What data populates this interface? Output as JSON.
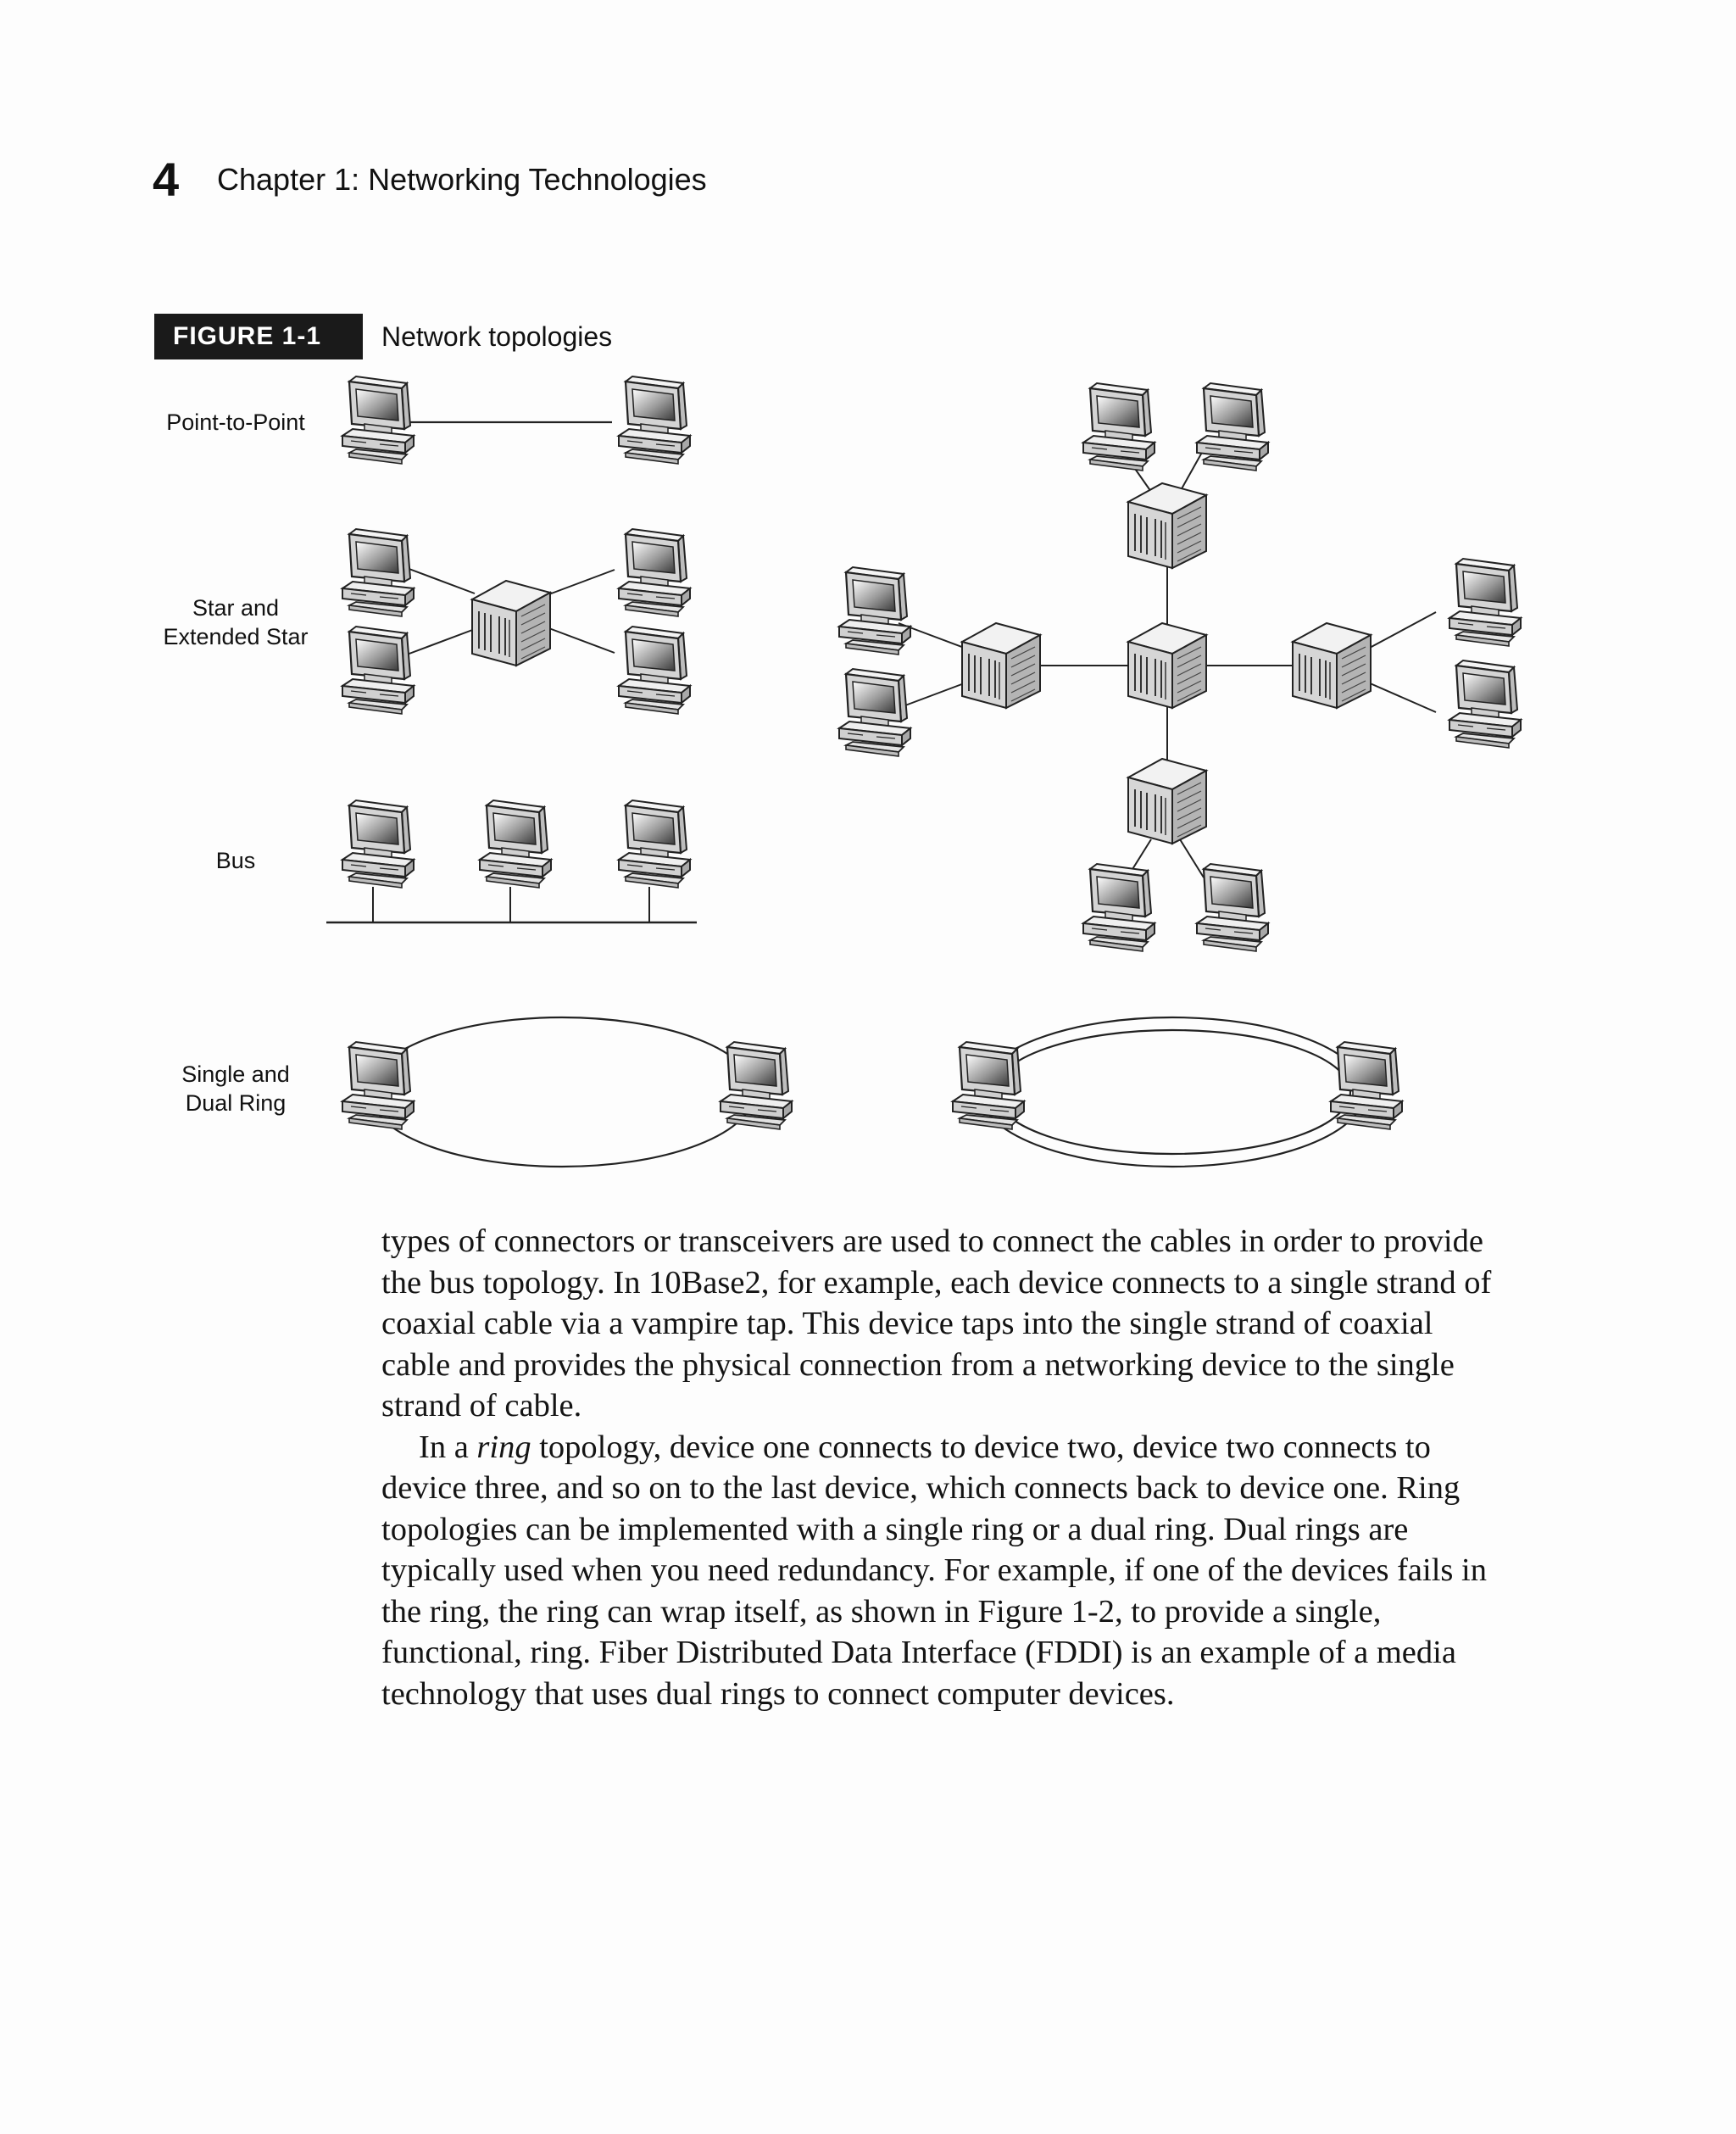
{
  "header": {
    "page_number": "4",
    "chapter_title": "Chapter 1:   Networking Technologies"
  },
  "figure": {
    "badge": "FIGURE  1-1",
    "caption": "Network topologies",
    "labels": {
      "point_to_point": "Point-to-Point",
      "star_line1": "Star and",
      "star_line2": "Extended Star",
      "bus": "Bus",
      "ring_line1": "Single and",
      "ring_line2": "Dual Ring"
    }
  },
  "body": {
    "p1": "types of connectors or transceivers are used to connect the cables in order to provide the bus topology. In 10Base2, for example, each device connects to a single strand of coaxial cable via a vampire tap. This device taps into the single strand of coaxial cable and provides the physical connection from a networking device to the single strand of cable.",
    "p2_before": "In a ",
    "p2_italic": "ring",
    "p2_after": " topology, device one connects to device two, device two connects to device three, and so on to the last device, which connects back to device one. Ring topologies can be implemented with a single ring or a dual ring. Dual rings are typically used when you need redundancy. For example, if one of the devices fails in the ring, the ring can wrap itself, as shown in Figure 1-2, to provide a single, functional, ring. Fiber Distributed Data Interface (FDDI) is an example of a media technology that uses dual rings to connect computer devices."
  }
}
